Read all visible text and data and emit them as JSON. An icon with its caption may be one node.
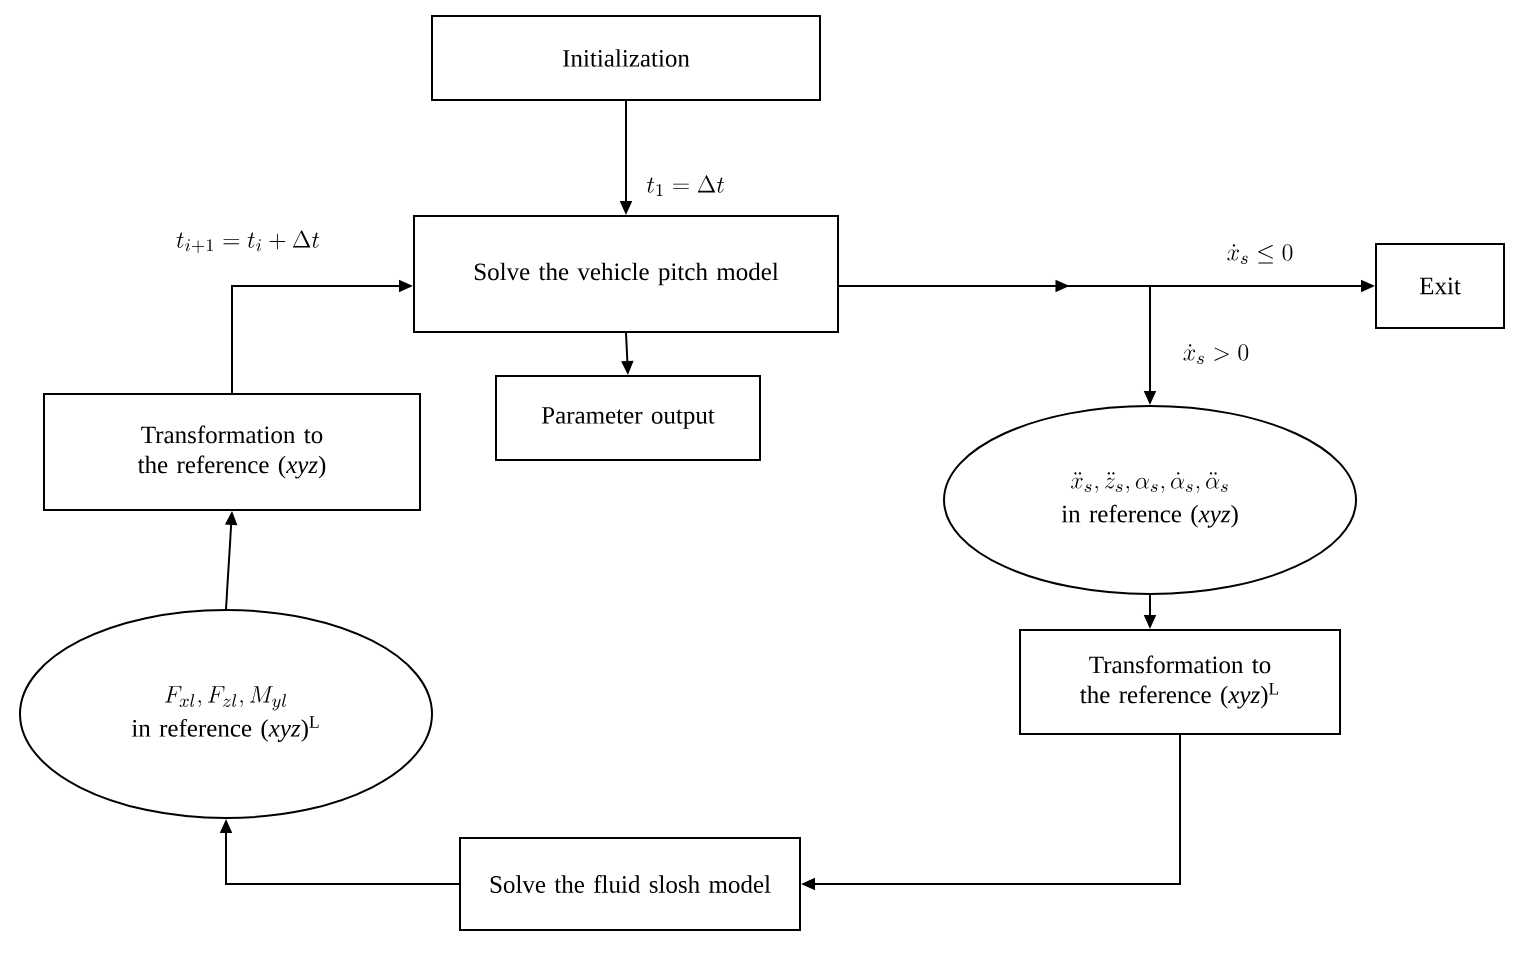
{
  "diagram": {
    "nodes": [
      {
        "text": [
          "Initialization"
        ]
      },
      {
        "text": [
          "Solve the vehicle pitch model"
        ]
      },
      {
        "text": [
          "Parameter output"
        ]
      },
      {
        "text": [
          "Exit"
        ]
      },
      {
        "text": [
          "\\ddot{x}_s , \\ddot{z}_s , \\alpha_s , \\dot{\\alpha}_s , \\ddot{\\alpha}_s",
          "in reference (*xyz*)"
        ]
      },
      {
        "text": [
          "Transformation to the reference (*xyz*)$^{L}$"
        ]
      },
      {
        "text": [
          "Solve the fluid slosh model"
        ]
      },
      {
        "text": [
          "F_{xl} , F_{zl} , M_{yl}",
          "in reference (*xyz*)$^{L}$"
        ]
      },
      {
        "text": [
          "Transformation to the reference (*xyz*)"
        ]
      }
    ],
    "edges": [
      {
        "from": 0,
        "to": 1,
        "arrow": "to",
        "label": "t_1 = \\Delta t"
      },
      {
        "from": 1,
        "to": 3,
        "arrow": "to",
        "label": "\\dot{x}_s \\le 0"
      },
      {
        "from": 1,
        "to": 4,
        "arrow": "to",
        "label": "\\dot{x}_s > 0"
      },
      {
        "from": 1,
        "to": 2,
        "arrow": "to"
      },
      {
        "from": 4,
        "to": 5,
        "arrow": "to"
      },
      {
        "from": 5,
        "to": 6,
        "arrow": "to"
      },
      {
        "from": 6,
        "to": 7,
        "arrow": "to"
      },
      {
        "from": 7,
        "to": 8,
        "arrow": "to"
      },
      {
        "from": 8,
        "to": 1,
        "arrow": "to",
        "label": "t_{i+1} = t_i + \\Delta t"
      }
    ]
  }
}
